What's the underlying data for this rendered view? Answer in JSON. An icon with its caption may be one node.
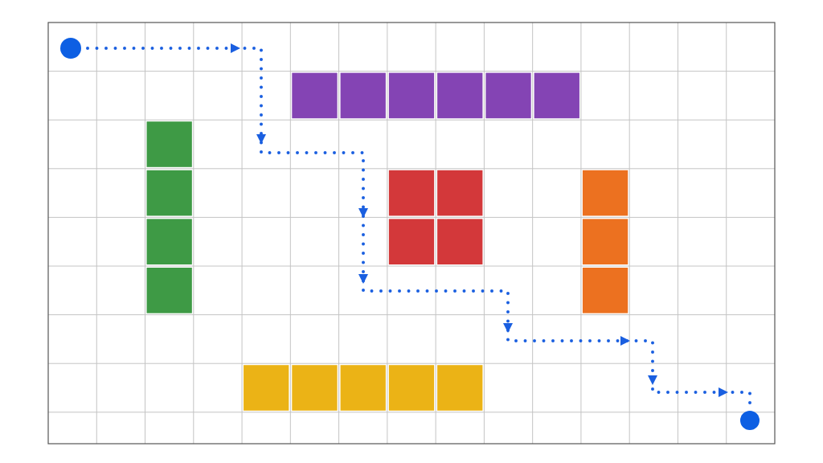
{
  "diagram": {
    "nodes": [
      {
        "text": [],
        "shape": "circle"
      },
      {
        "text": [],
        "shape": "circle"
      }
    ],
    "edges": [
      {
        "from": 0,
        "to": 1,
        "arrow": "to",
        "style": "dashed",
        "color": "#1a5fe0"
      }
    ]
  }
}
